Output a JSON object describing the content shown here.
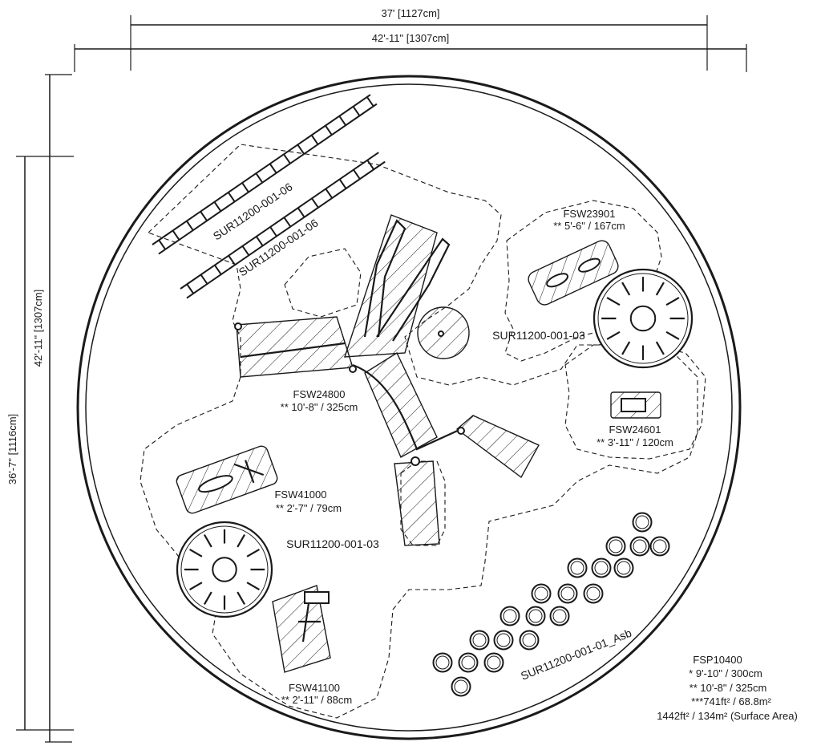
{
  "dimensions": {
    "top_inner": "37' [1127cm]",
    "top_outer": "42'-11\" [1307cm]",
    "left_outer": "42'-11\" [1307cm]",
    "left_inner": "36'-7\" [1116cm]"
  },
  "components": {
    "ladder_1": "SUR11200-001-06",
    "ladder_2": "SUR11200-001-06",
    "spinner_right": "SUR11200-001-03",
    "spinner_left": "SUR11200-001-03",
    "stepping_stones": "SUR11200-001-01_Asb",
    "fsw23901": {
      "code": "FSW23901",
      "dim": "** 5'-6\" / 167cm"
    },
    "fsw24800": {
      "code": "FSW24800",
      "dim": "** 10'-8\" / 325cm"
    },
    "fsw24601": {
      "code": "FSW24601",
      "dim": "** 3'-11\" / 120cm"
    },
    "fsw41000": {
      "code": "FSW41000",
      "dim": "** 2'-7\" / 79cm"
    },
    "fsw41100": {
      "code": "FSW41100",
      "dim": "** 2'-11\" / 88cm"
    }
  },
  "summary": {
    "code": "FSP10400",
    "line1": "* 9'-10\" / 300cm",
    "line2": "** 10'-8\" / 325cm",
    "line3": "***741ft² / 68.8m²",
    "line4": "1442ft² / 134m² (Surface Area)"
  }
}
